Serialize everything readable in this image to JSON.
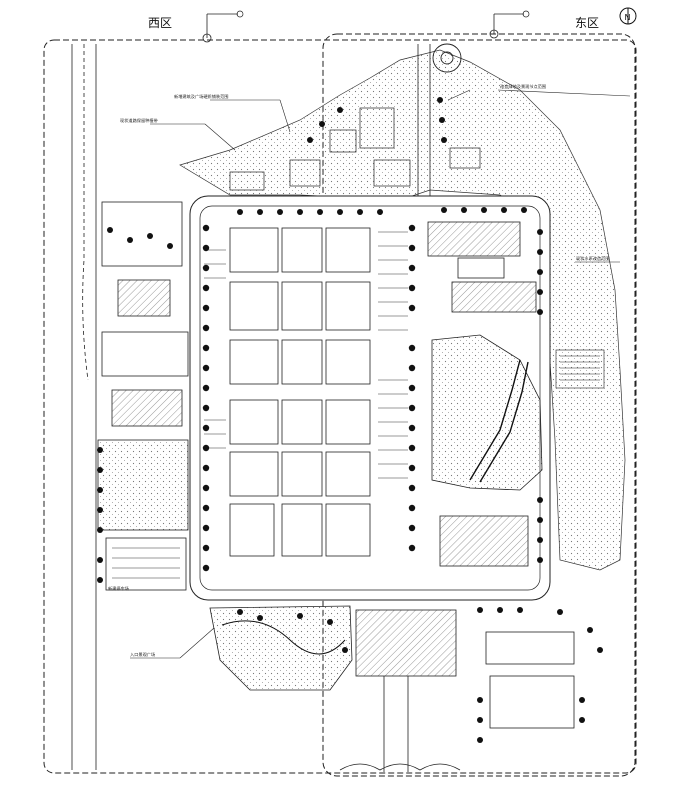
{
  "labels": {
    "west_zone": "西区",
    "east_zone": "东区",
    "north_symbol": "N",
    "leader_1": "现状道路保留种植带",
    "leader_2": "新增建筑及广场硬质铺装范围",
    "leader_3": "改造绿地及景观节点范围",
    "leader_4": "现状水系改造范围",
    "leader_5": "新建停车场",
    "leader_6": "入口景观广场"
  },
  "colors": {
    "line": "#1a1a1a",
    "hatch": "#9a9a9a",
    "background": "#ffffff"
  }
}
